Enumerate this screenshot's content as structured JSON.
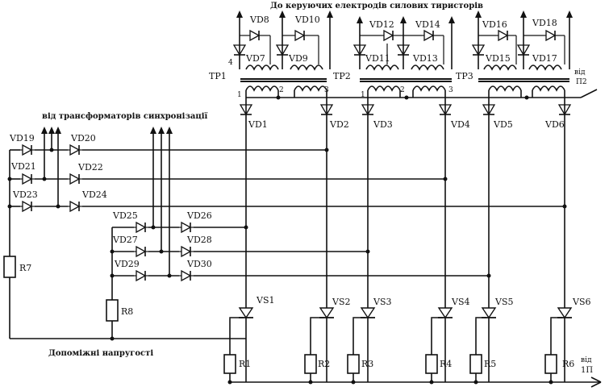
{
  "header": {
    "top_caption": "До керуючих електродів силових тиристорів",
    "sync_caption": "від трансформаторів синхронізації",
    "bottom_caption": "Допоміжні напругості"
  },
  "transformers": [
    "TP1",
    "TP2",
    "TP3"
  ],
  "pulse_diodes": [
    "VD8",
    "VD7",
    "VD10",
    "VD9",
    "VD12",
    "VD11",
    "VD14",
    "VD13",
    "VD16",
    "VD15",
    "VD18",
    "VD17"
  ],
  "main_diodes": [
    "VD1",
    "VD2",
    "VD3",
    "VD4",
    "VD5",
    "VD6"
  ],
  "sync_diodes": [
    "VD19",
    "VD20",
    "VD21",
    "VD22",
    "VD23",
    "VD24",
    "VD25",
    "VD26",
    "VD27",
    "VD28",
    "VD29",
    "VD30"
  ],
  "thyristors": [
    "VS1",
    "VS2",
    "VS3",
    "VS4",
    "VS5",
    "VS6"
  ],
  "resistors": [
    "R1",
    "R2",
    "R3",
    "R4",
    "R5",
    "R6",
    "R7",
    "R8"
  ],
  "pin_labels": [
    "1",
    "2",
    "3",
    "4",
    "1",
    "2",
    "3"
  ],
  "side_labels": {
    "right_top_1": "від",
    "right_top_2": "П2",
    "right_bottom_1": "від",
    "right_bottom_2": "1П"
  }
}
